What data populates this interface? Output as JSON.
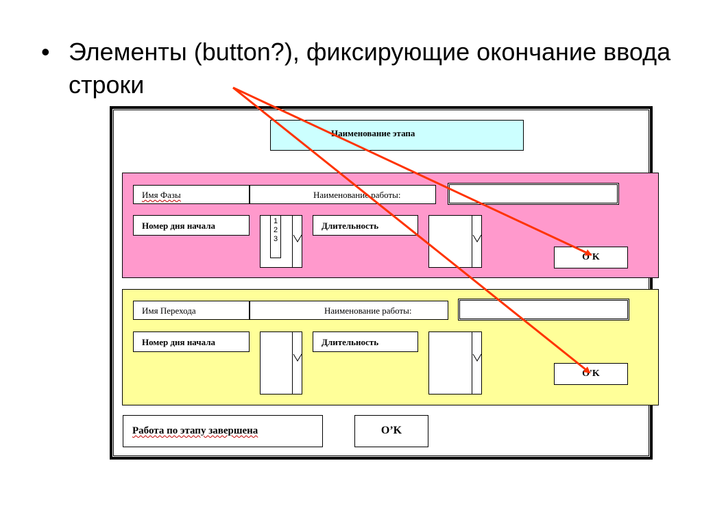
{
  "slide": {
    "bullet": "•",
    "text": "Элементы (button?), фиксирующие окончание ввода строки"
  },
  "form": {
    "title": "Наименование этапа",
    "phase": {
      "name_label": "Имя Фазы",
      "work_label": "Наименование работы:",
      "work_value": "",
      "start_day_label": "Номер дня начала",
      "start_day_options": [
        "1",
        "2",
        "3"
      ],
      "duration_label": "Длительность",
      "ok_label": "O'K"
    },
    "transition": {
      "name_label": "Имя Перехода",
      "work_label": "Наименование работы:",
      "work_value": "",
      "start_day_label": "Номер дня начала",
      "duration_label": "Длительность",
      "ok_label": "O'K"
    },
    "finish_label": "Работа по этапу завершена",
    "finish_ok_label": "O’K"
  },
  "colors": {
    "title_bg": "#ccffff",
    "phase_bg": "#ff99cc",
    "transition_bg": "#ffff99",
    "arrow": "#ff3300"
  },
  "icons": [
    "bullet-dot",
    "dropdown-arrow-icon",
    "annotation-arrow"
  ]
}
